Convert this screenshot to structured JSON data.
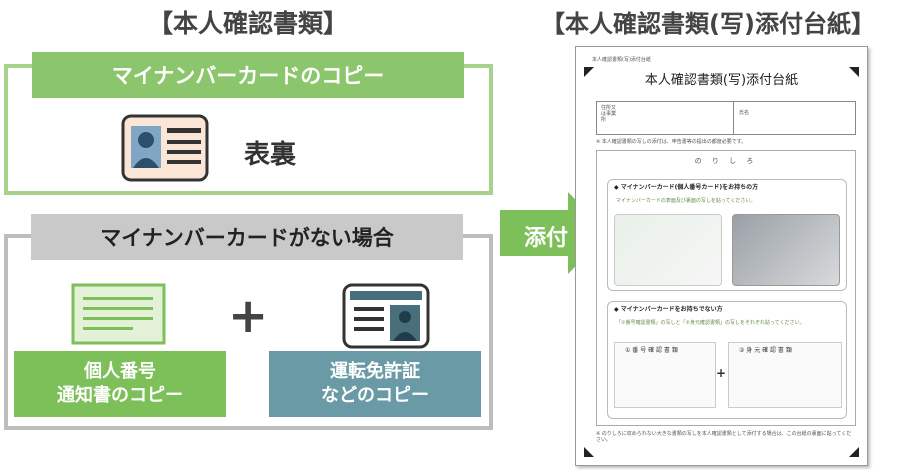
{
  "titles": {
    "left": "【本人確認書類】",
    "right": "【本人確認書類(写)添付台紙】"
  },
  "has_card": {
    "banner": "マイナンバーカードのコピー",
    "sides": "表裏"
  },
  "no_card": {
    "banner": "マイナンバーカードがない場合",
    "plus": "+",
    "green_line1": "個人番号",
    "green_line2": "通知書のコピー",
    "teal_line1": "運転免許証",
    "teal_line2": "などのコピー"
  },
  "arrow": {
    "label": "添付"
  },
  "colors": {
    "green_banner": "#8cc66c",
    "green_border": "#a6d28c",
    "gray_banner": "#c9c9c9",
    "gray_border": "#bdbdbd",
    "green_label": "#7dbf59",
    "teal_label": "#6a9aa6",
    "arrow": "#7dbf59"
  },
  "sheet": {
    "header": "本人確認書類(写)添付台紙",
    "title": "本人確認書類(写)添付台紙",
    "address_label": "住所又は事業所",
    "name_label": "氏名",
    "note": "※ 本人確認書類の写しの添付は、申告書等の提出の都度必要です。",
    "paste": "の り し ろ",
    "sec1_head": "◆ マイナンバーカード(個人番号カード)をお持ちの方",
    "sec1_sub": "マイナンバーカードの表面及び裏面の写しを貼ってください。",
    "sec2_head": "◆ マイナンバーカードをお持ちでない方",
    "sec2_sub": "「①番号確認書類」の写しと「②身元確認書類」の写しをそれぞれ貼ってください。",
    "sec2_a": "① 番 号 確 認 書 類",
    "sec2_b": "② 身 元 確 認 書 類",
    "sec2_plus": "+",
    "footnote": "※ のりしろに収められない大きな書類の写しを本人確認書類として添付する場合は、この台紙の裏面に貼ってください。"
  }
}
